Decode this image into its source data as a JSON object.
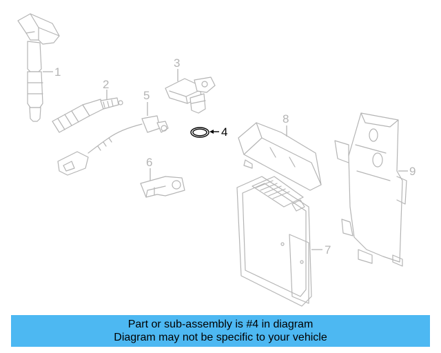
{
  "callouts": {
    "c1": "1",
    "c2": "2",
    "c3": "3",
    "c4": "4",
    "c5": "5",
    "c6": "6",
    "c7": "7",
    "c8": "8",
    "c9": "9"
  },
  "banner": {
    "line1": "Part or sub-assembly is #4 in diagram",
    "line2": "Diagram may not be specific to your vehicle"
  },
  "colors": {
    "banner": "#4db8f2",
    "ghost": "#b4b4b4",
    "highlight": "#000000"
  }
}
